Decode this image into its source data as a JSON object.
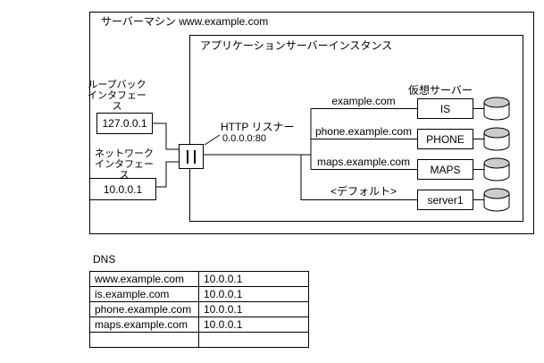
{
  "diagram": {
    "server_machine": {
      "label": "サーバーマシン www.example.com"
    },
    "app_server": {
      "label": "アプリケーションサーバーインスタンス"
    },
    "loopback": {
      "label_line1": "ループバック",
      "label_line2": "インタフェース",
      "ip": "127.0.0.1"
    },
    "network": {
      "label_line1": "ネットワーク",
      "label_line2": "インタフェース",
      "ip": "10.0.0.1"
    },
    "listener": {
      "label": "HTTP リスナー",
      "address": "0.0.0.0:80"
    },
    "virtual_servers_label": "仮想サーバー",
    "virtual_servers": [
      {
        "domain": "example.com",
        "name": "IS"
      },
      {
        "domain": "phone.example.com",
        "name": "PHONE"
      },
      {
        "domain": "maps.example.com",
        "name": "MAPS"
      },
      {
        "domain": "<デフォルト>",
        "name": "server1"
      }
    ]
  },
  "dns": {
    "label": "DNS",
    "rows": [
      [
        "www.example.com",
        "10.0.0.1"
      ],
      [
        "is.example.com",
        "10.0.0.1"
      ],
      [
        "phone.example.com",
        "10.0.0.1"
      ],
      [
        "maps.example.com",
        "10.0.0.1"
      ],
      [
        "",
        ""
      ]
    ]
  },
  "colors": {
    "line": "#000000",
    "cylinder_top": "#cccccc",
    "background": "#ffffff"
  }
}
